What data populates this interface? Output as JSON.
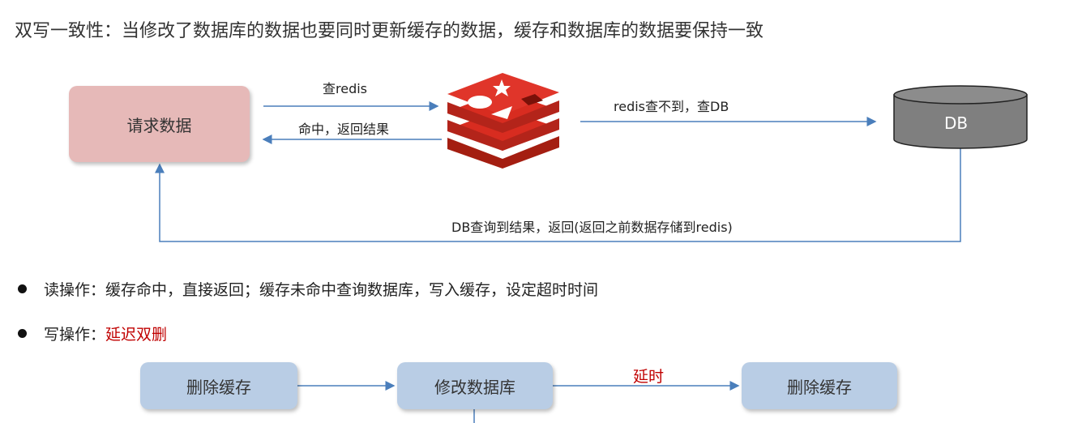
{
  "title": "双写一致性：当修改了数据库的数据也要同时更新缓存的数据，缓存和数据库的数据要保持一致",
  "diagram": {
    "request_box": "请求数据",
    "arrow_query_redis": "查redis",
    "arrow_hit_return": "命中，返回结果",
    "arrow_query_db": "redis查不到，查DB",
    "db_label": "DB",
    "arrow_db_return": "DB查询到结果，返回(返回之前数据存储到redis)"
  },
  "bullets": [
    {
      "label": "读操作：",
      "text": "缓存命中，直接返回；缓存未命中查询数据库，写入缓存，设定超时时间"
    },
    {
      "label": "写操作：",
      "text": "延迟双删",
      "color": "#c00000"
    }
  ],
  "flow": {
    "step1": "删除缓存",
    "step2": "修改数据库",
    "delay_label": "延时",
    "step3": "删除缓存"
  }
}
